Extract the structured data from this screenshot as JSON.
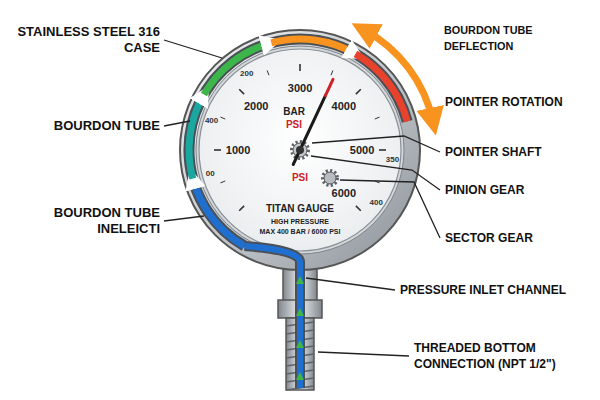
{
  "diagram": {
    "labels": [
      "STAINLESS STEEL 316 CASE",
      "BOURDON TUBE",
      "BOURDON TUBE INELEICTI",
      "BOURDON TUBE DEFLECTION",
      "POINTER ROTATION",
      "POINTER SHAFT",
      "PINION GEAR",
      "SECTOR GEAR",
      "PRESSURE INLET CHANNEL",
      "THREADED BOTTOM CONNECTION (NPT 1/2\")",
      "200",
      "400",
      "00",
      "350",
      "400",
      "1000",
      "2000",
      "3000",
      "4000",
      "5000",
      "6000",
      "BAR",
      "PSI",
      "PSI",
      "TITAN GAUGE",
      "HIGH PRESSURE",
      "MAX 400 BAR / 6000 PSI"
    ]
  }
}
